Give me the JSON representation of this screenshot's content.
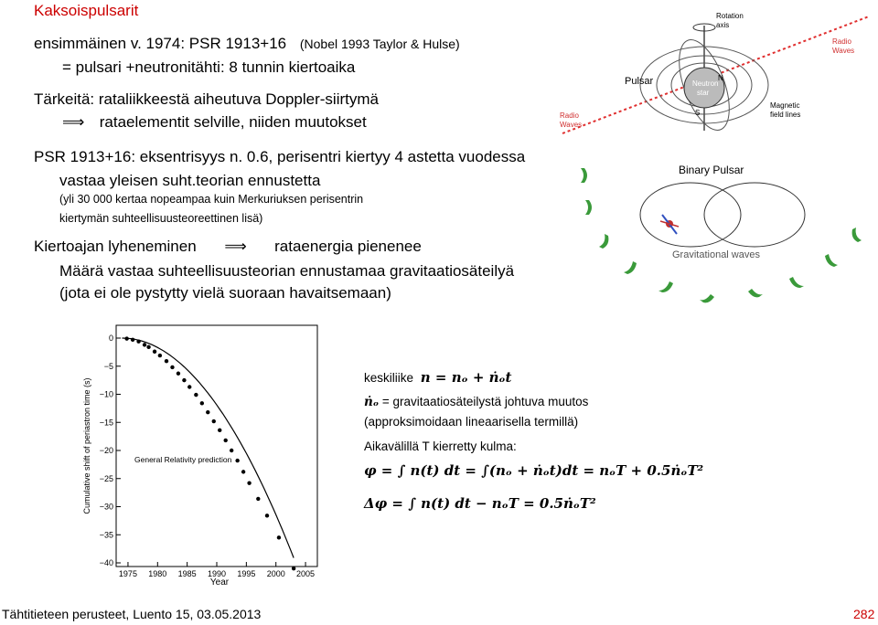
{
  "slide": {
    "title": "Kaksoispulsarit",
    "line1": "ensimmäinen v. 1974: PSR 1913+16",
    "line1_small": "(Nobel 1993 Taylor & Hulse)",
    "line2": "= pulsari +neutronitähti: 8 tunnin kiertoaika",
    "line3": "Tärkeitä: rataliikkeestä aiheutuva Doppler-siirtymä",
    "line4": "rataelementit selville, niiden muutokset",
    "line5": "PSR 1913+16: eksentrisyys n. 0.6, perisentri kiertyy 4 astetta vuodessa",
    "line6": "vastaa yleisen suht.teorian ennustetta",
    "line7": "(yli 30 000 kertaa nopeampaa kuin Merkuriuksen perisentrin",
    "line8": "kiertymän suhteellisuusteoreettinen lisä)",
    "line9a": "Kiertoajan lyheneminen",
    "line9b": "rataenergia pienenee",
    "line10": "Määrä vastaa suhteellisuusteorian ennustamaa gravitaatiosäteilyä",
    "line11": "(jota ei ole pystytty vielä suoraan havaitsemaan)",
    "implies_symbol": "⟹"
  },
  "formulas": {
    "keskiliike_label": "keskiliike",
    "keskiliike_eq": "n = nₒ + ṅₒt",
    "ndot_symbol": "ṅₒ",
    "ndot_text": "= gravitaatiosäteilystä johtuva muutos",
    "approx_text": "(approksimoidaan lineaarisella termillä)",
    "angle_text": "Aikavälillä T kierretty kulma:",
    "phi_eq": "φ = ∫ n(t) dt = ∫(nₒ + ṅₒt)dt = nₒT + 0.5ṅₒT²",
    "dphi_eq": "Δφ = ∫ n(t) dt − nₒT = 0.5ṅₒT²"
  },
  "pulsar_figure": {
    "rotation_axis": [
      "Rotation",
      "axis"
    ],
    "radio_waves_top": [
      "Radio",
      "Waves"
    ],
    "pulsar_label": "Pulsar",
    "star_label": [
      "Neutron",
      "star"
    ],
    "n_label": "N",
    "s_label": "S",
    "radio_waves_left": [
      "Radio",
      "Waves"
    ],
    "magnetic": [
      "Magnetic",
      "field lines"
    ]
  },
  "binary_figure": {
    "title": "Binary Pulsar",
    "waves_label": "Gravitational waves"
  },
  "chart_data": {
    "type": "scatter",
    "title": "",
    "xlabel": "Year",
    "ylabel": "Cumulative shift of periastron time (s)",
    "xlim": [
      1973,
      2007
    ],
    "ylim": [
      -40,
      0
    ],
    "x_ticks": [
      "1975",
      "1980",
      "1985",
      "1990",
      "1995",
      "2000",
      "2005"
    ],
    "y_ticks": [
      "0",
      "−5",
      "−10",
      "−15",
      "−20",
      "−25",
      "−30",
      "−35",
      "−40"
    ],
    "curve_label": "General Relativity prediction",
    "points": [
      {
        "x": 1974.8,
        "y": -0.1
      },
      {
        "x": 1975.8,
        "y": -0.3
      },
      {
        "x": 1976.8,
        "y": -0.6
      },
      {
        "x": 1977.8,
        "y": -1.2
      },
      {
        "x": 1978.5,
        "y": -1.6
      },
      {
        "x": 1979.5,
        "y": -2.4
      },
      {
        "x": 1980.4,
        "y": -3.1
      },
      {
        "x": 1981.5,
        "y": -4.1
      },
      {
        "x": 1982.5,
        "y": -5.2
      },
      {
        "x": 1983.5,
        "y": -6.3
      },
      {
        "x": 1984.5,
        "y": -7.5
      },
      {
        "x": 1985.4,
        "y": -8.7
      },
      {
        "x": 1986.5,
        "y": -10.1
      },
      {
        "x": 1987.5,
        "y": -11.6
      },
      {
        "x": 1988.5,
        "y": -13.2
      },
      {
        "x": 1989.5,
        "y": -14.8
      },
      {
        "x": 1990.5,
        "y": -16.4
      },
      {
        "x": 1991.5,
        "y": -18.2
      },
      {
        "x": 1992.5,
        "y": -20.0
      },
      {
        "x": 1993.5,
        "y": -21.8
      },
      {
        "x": 1994.5,
        "y": -23.8
      },
      {
        "x": 1995.5,
        "y": -25.8
      },
      {
        "x": 1997.0,
        "y": -28.6
      },
      {
        "x": 1998.5,
        "y": -31.6
      },
      {
        "x": 2000.5,
        "y": -35.5
      },
      {
        "x": 2003.0,
        "y": -41.0
      }
    ]
  },
  "footer": {
    "course": "Tähtitieteen perusteet, Luento 15, 03.05.2013",
    "page": "282"
  }
}
